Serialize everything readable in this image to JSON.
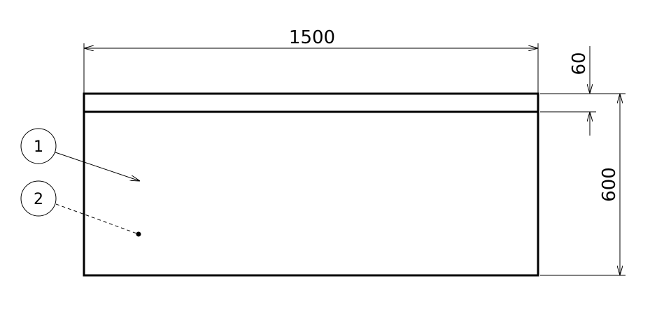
{
  "dimensions": {
    "width": "1500",
    "top_band": "60",
    "height": "600"
  },
  "callouts": [
    {
      "label": "1",
      "leader": "arrow"
    },
    {
      "label": "2",
      "leader": "dashed-dot"
    }
  ]
}
